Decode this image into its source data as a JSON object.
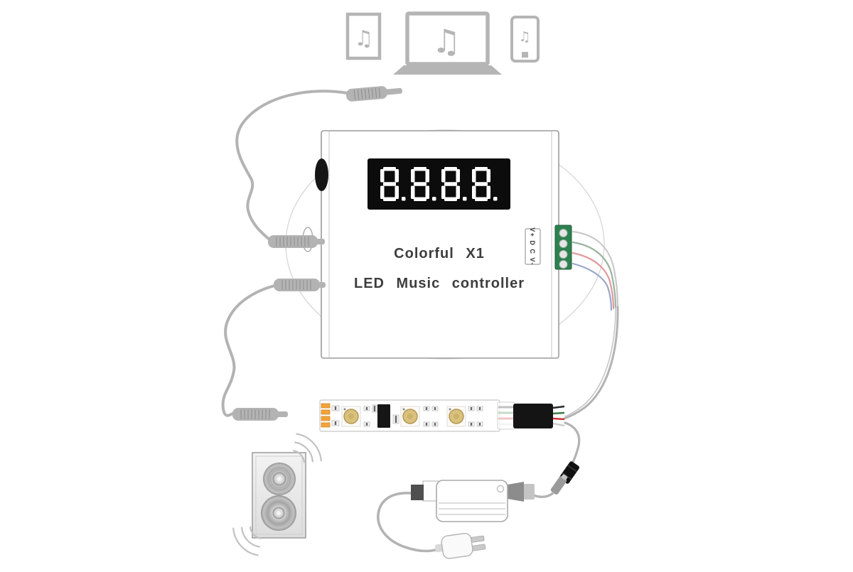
{
  "sources": {
    "music_note_glyph": "♫",
    "items": [
      {
        "name": "tablet-with-music"
      },
      {
        "name": "laptop-with-music"
      },
      {
        "name": "phone-with-music"
      }
    ]
  },
  "controller": {
    "display_value": "8.8.8.8.",
    "name_line": "Colorful X1",
    "subtitle_line": "LED Music controller",
    "port_label": "V+ D C V-"
  },
  "colors": {
    "display_bg": "#0c0c0c",
    "display_segment": "#ffffff",
    "text_dark": "#3d3d3d",
    "box_border": "#9b9b9b",
    "icon_gray": "#b5b5b5",
    "cable_gray": "#b3b3b3",
    "terminal_green": "#2e8050",
    "pad_gold": "#f2a33c",
    "wire_black": "#1c1c1c",
    "wire_green": "#3a7d44",
    "wire_red": "#cc3333",
    "terminal_wire_1": "#c9c9c9",
    "terminal_wire_2": "#9ab3a0",
    "terminal_wire_3": "#e09a9a",
    "terminal_wire_4": "#9aa7c9"
  }
}
